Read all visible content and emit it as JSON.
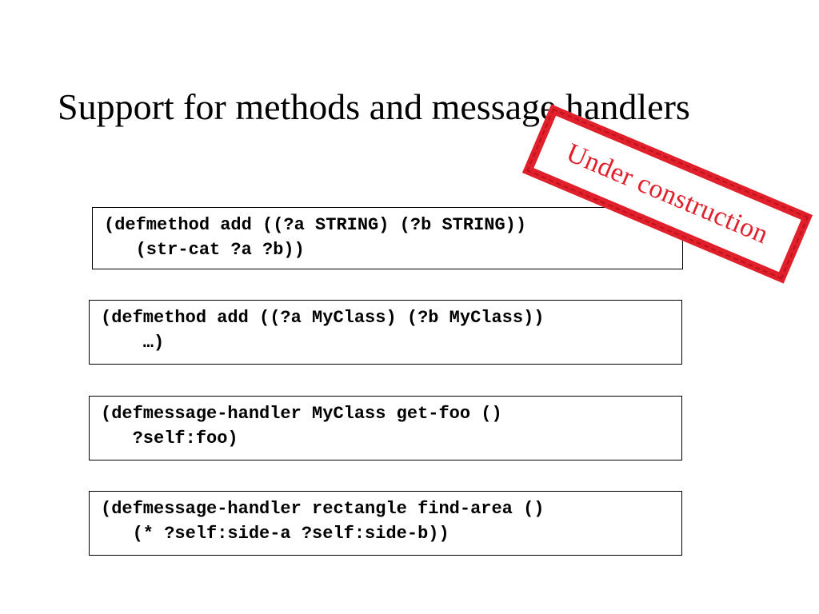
{
  "slide": {
    "title": "Support for methods and message handlers",
    "stamp": {
      "text": "Under construction",
      "color": "#e0202a"
    },
    "code_blocks": [
      {
        "lines": [
          "(defmethod add ((?a STRING) (?b STRING))",
          "   (str-cat ?a ?b))"
        ]
      },
      {
        "lines": [
          "(defmethod add ((?a MyClass) (?b MyClass))",
          "    …)"
        ]
      },
      {
        "lines": [
          "(defmessage-handler MyClass get-foo ()",
          "   ?self:foo)"
        ]
      },
      {
        "lines": [
          "(defmessage-handler rectangle find-area ()",
          "   (* ?self:side-a ?self:side-b))"
        ]
      }
    ]
  }
}
